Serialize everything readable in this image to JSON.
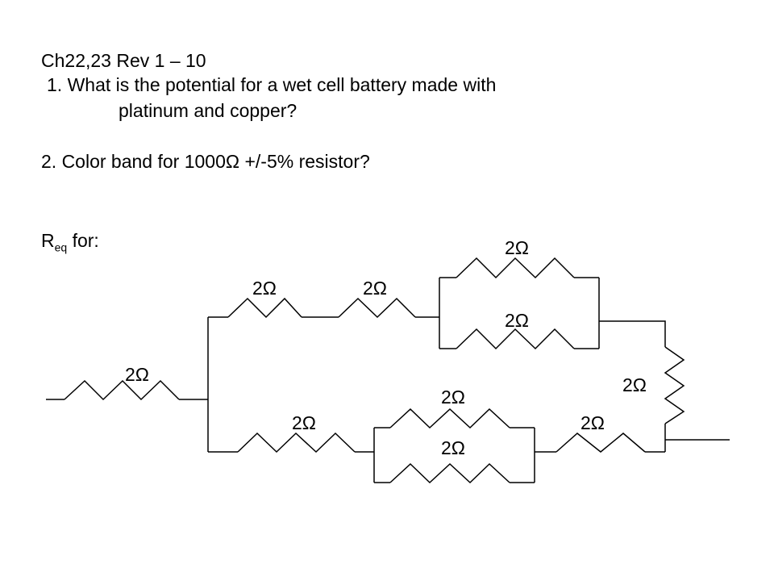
{
  "header": {
    "title": "Ch22,23 Rev 1 – 10"
  },
  "questions": [
    {
      "line1": "1. What is the potential for a wet cell battery made with",
      "line2": "platinum and copper?"
    },
    {
      "line1": "2. Color band for 1000Ω +/-5% resistor?"
    }
  ],
  "req": {
    "symbol": "R",
    "subscript": "eq",
    "suffix": " for:"
  },
  "circuit": {
    "resistors": [
      {
        "id": "r-input",
        "label": "2Ω"
      },
      {
        "id": "r-upper-1",
        "label": "2Ω"
      },
      {
        "id": "r-upper-2",
        "label": "2Ω"
      },
      {
        "id": "r-upper-parallel-top",
        "label": "2Ω"
      },
      {
        "id": "r-upper-parallel-bottom",
        "label": "2Ω"
      },
      {
        "id": "r-right-vertical",
        "label": "2Ω"
      },
      {
        "id": "r-lower-1",
        "label": "2Ω"
      },
      {
        "id": "r-lower-parallel-top",
        "label": "2Ω"
      },
      {
        "id": "r-lower-parallel-bottom",
        "label": "2Ω"
      },
      {
        "id": "r-lower-2",
        "label": "2Ω"
      }
    ]
  }
}
